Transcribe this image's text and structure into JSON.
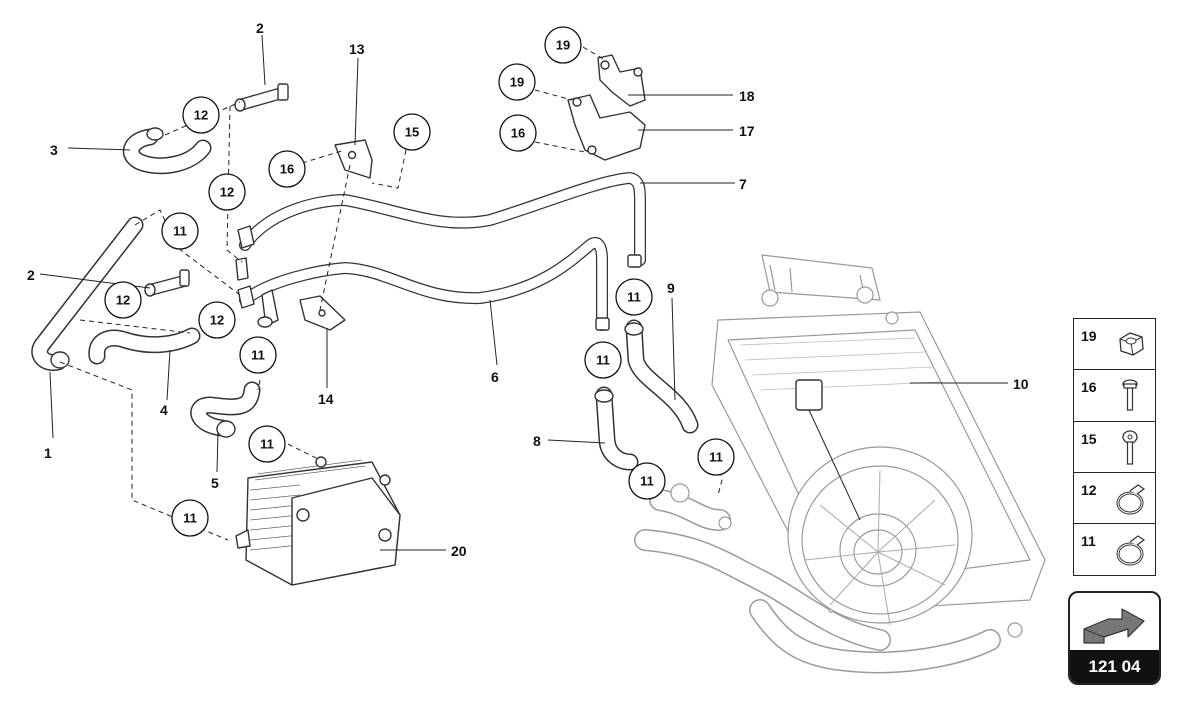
{
  "callouts": {
    "c1": "1",
    "c2a": "2",
    "c2b": "2",
    "c3": "3",
    "c4": "4",
    "c5": "5",
    "c6": "6",
    "c7": "7",
    "c8": "8",
    "c9": "9",
    "c10": "10",
    "c13": "13",
    "c14": "14",
    "c17": "17",
    "c18": "18",
    "c20": "20"
  },
  "bubbles": {
    "b12a": "12",
    "b12b": "12",
    "b12c": "12",
    "b12d": "12",
    "b11a": "11",
    "b11b": "11",
    "b11c": "11",
    "b11d": "11",
    "b11e": "11",
    "b11f": "11",
    "b11g": "11",
    "b11h": "11",
    "b15": "15",
    "b16a": "16",
    "b16b": "16",
    "b19a": "19",
    "b19b": "19"
  },
  "legend": [
    {
      "num": "19",
      "icon": "hex-nut-icon"
    },
    {
      "num": "16",
      "icon": "flange-bolt-icon"
    },
    {
      "num": "15",
      "icon": "round-head-bolt-icon"
    },
    {
      "num": "12",
      "icon": "hose-clamp-icon"
    },
    {
      "num": "11",
      "icon": "hose-clamp-icon"
    }
  ],
  "reference": {
    "label": "121 04",
    "icon": "direction-arrow-icon"
  }
}
